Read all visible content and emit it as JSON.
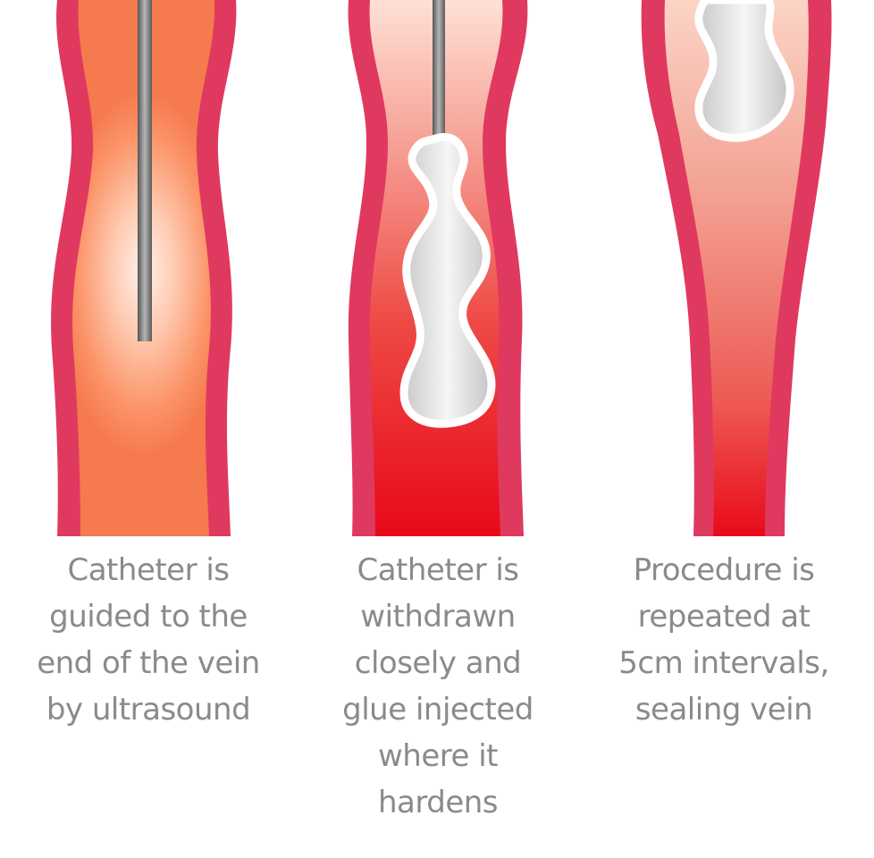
{
  "steps": [
    {
      "caption_lines": [
        "Catheter is",
        "guided to the",
        "end of the vein",
        "by ultrasound"
      ]
    },
    {
      "caption_lines": [
        "Catheter is",
        "withdrawn",
        "closely and",
        "glue injected",
        "where it",
        "hardens"
      ]
    },
    {
      "caption_lines": [
        "Procedure is",
        "repeated at",
        "5cm intervals,",
        "sealing vein"
      ]
    }
  ],
  "colors": {
    "vein_wall": "#e0395f",
    "vein_lumen_light": "#ffe9df",
    "vein_lumen_orange": "#fa8a5f",
    "vein_lumen_red": "#e8101a",
    "catheter": "#7a7a7a",
    "glue": "#e9e9e9",
    "caption_text": "#8a8a8a"
  }
}
